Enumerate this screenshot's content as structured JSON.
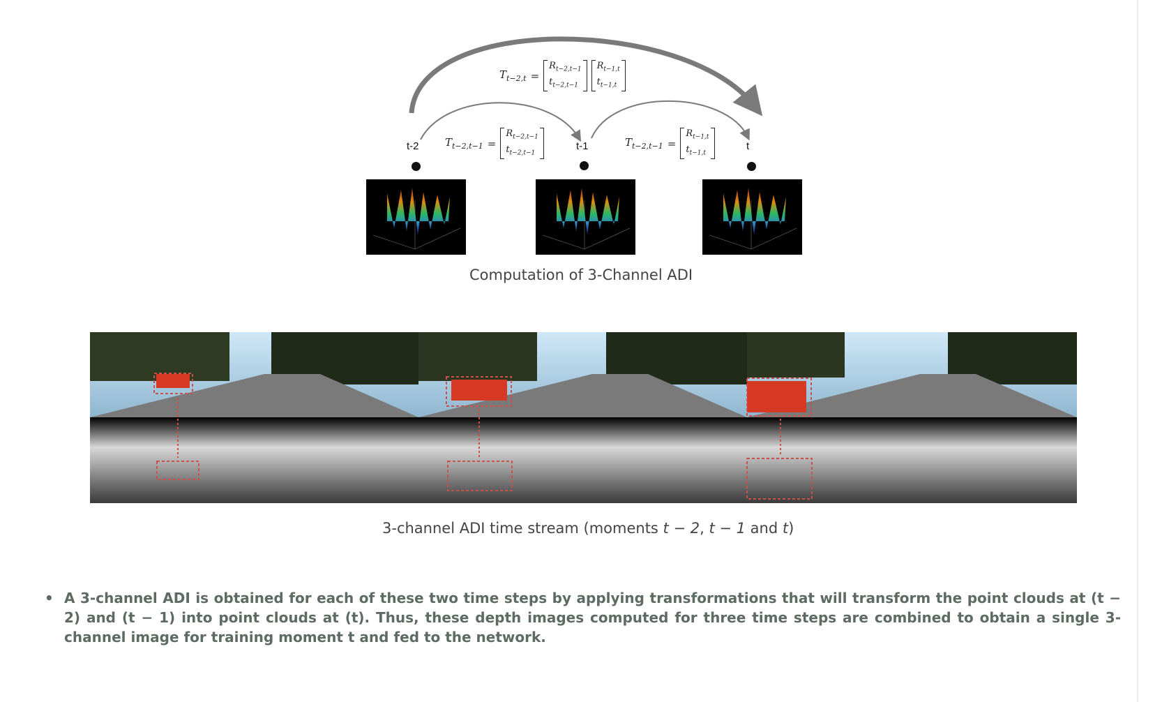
{
  "top_diagram": {
    "formula_top": {
      "lhs": "T",
      "lhs_sub": "t−2,t",
      "m1": [
        "R",
        "t−2,t−1",
        "t",
        "t−2,t−1"
      ],
      "m2": [
        "R",
        "t−1,t",
        "t",
        "t−1,t"
      ]
    },
    "formula_left": {
      "lhs": "T",
      "lhs_sub": "t−2,t−1",
      "m1": [
        "R",
        "t−2,t−1",
        "t",
        "t−2,t−1"
      ]
    },
    "formula_right": {
      "lhs": "T",
      "lhs_sub": "t−2,t−1",
      "m1": [
        "R",
        "t−1,t",
        "t",
        "t−1,t"
      ]
    },
    "time_labels": [
      "t-2",
      "t-1",
      "t"
    ],
    "caption": "Computation of 3-Channel ADI"
  },
  "stream": {
    "caption_prefix": "3-channel ADI time stream (moments ",
    "caption_t2": "t − 2",
    "caption_sep1": ", ",
    "caption_t1": "t − 1",
    "caption_and": " and ",
    "caption_t": "t",
    "caption_suffix": ")"
  },
  "bullet": {
    "marker": "•",
    "text": "A 3-channel ADI is obtained for each of these two time steps by applying transformations that will transform the point clouds at (t − 2) and (t − 1) into point clouds at (t). Thus, these depth images computed for three time steps are combined to obtain a single 3-channel image for training moment t and fed to the network."
  },
  "colors": {
    "arrow": "#7a7a7a",
    "box": "#c9514a",
    "bullet_text": "#5d6b62"
  }
}
